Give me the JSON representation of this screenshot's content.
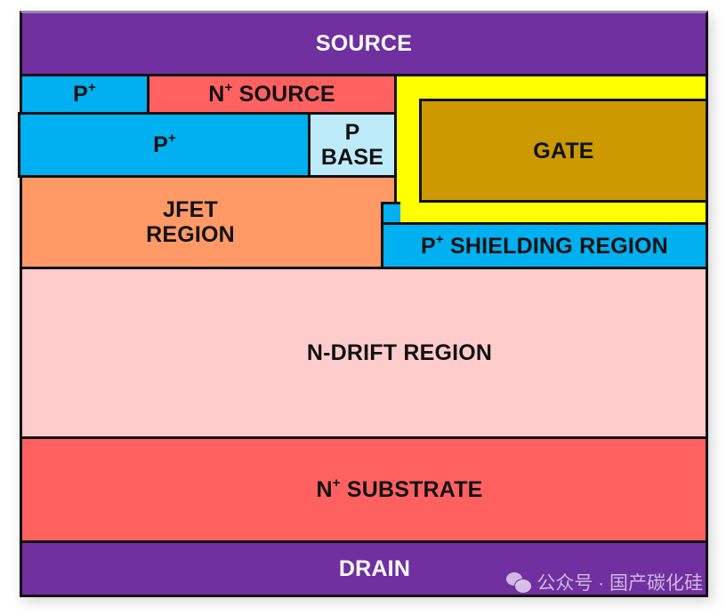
{
  "diagram": {
    "title": "SiC trench MOSFET cross-section",
    "layers": {
      "source": {
        "label": "SOURCE",
        "color": "#7030A0"
      },
      "p_plus_top": {
        "label": "P",
        "sup": "+",
        "color": "#00B0F0"
      },
      "n_plus_source": {
        "label": "N",
        "sup": "+",
        "suffix": " SOURCE",
        "color": "#FF6161"
      },
      "p_plus_mid": {
        "label": "P",
        "sup": "+",
        "color": "#00B0F0"
      },
      "p_base": {
        "line1": "P",
        "line2": "BASE",
        "color": "#BDEBFA"
      },
      "gate_oxide": {
        "color": "#FFFF00"
      },
      "gate": {
        "label": "GATE",
        "color": "#CC9900"
      },
      "jfet": {
        "line1": "JFET",
        "line2": "REGION",
        "color": "#FF9966"
      },
      "p_shield": {
        "label": "P",
        "sup": "+",
        "suffix": " SHIELDING REGION",
        "color": "#00B0F0"
      },
      "n_drift": {
        "label": "N-DRIFT REGION",
        "color": "#FFCCCC"
      },
      "n_substrate": {
        "label": "N",
        "sup": "+",
        "suffix": " SUBSTRATE",
        "color": "#FF6161"
      },
      "drain": {
        "label": "DRAIN",
        "color": "#7030A0"
      }
    }
  },
  "watermark": {
    "text": "公众号 · 国产碳化硅",
    "icon": "wechat-icon"
  }
}
